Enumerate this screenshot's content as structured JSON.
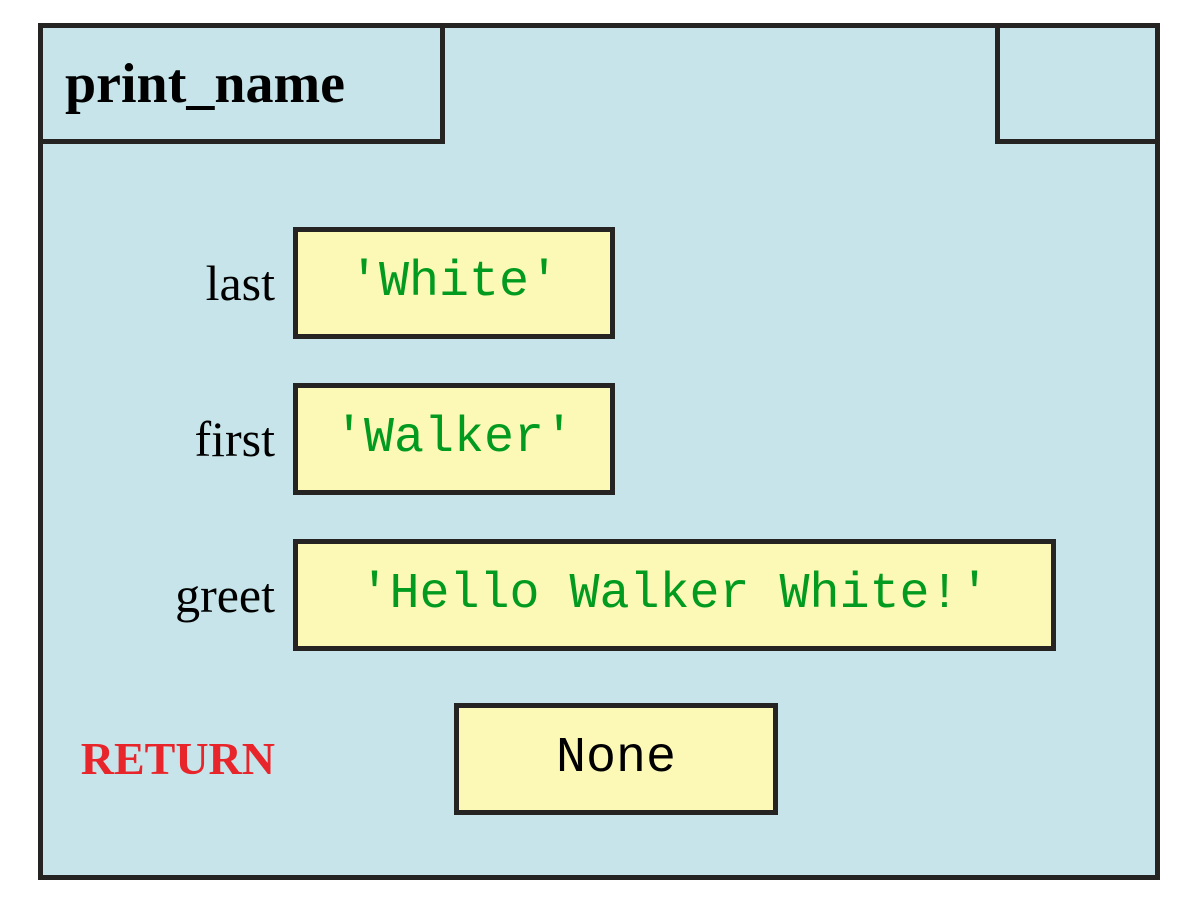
{
  "frame": {
    "function_name": "print_name",
    "frame_tag_label": "",
    "background_color": "#c6e4e9",
    "border_color": "#262323"
  },
  "colors": {
    "frame_background": "#c6e4e9",
    "border": "#262323",
    "value_box_background": "#fcf9b6",
    "string_value_text": "#029a1f",
    "return_label_text": "#e8252a",
    "none_value_text": "#000000",
    "label_text": "#000000"
  },
  "variables": [
    {
      "name": "last",
      "value": "'White'",
      "kind": "string"
    },
    {
      "name": "first",
      "value": "'Walker'",
      "kind": "string"
    },
    {
      "name": "greet",
      "value": "'Hello Walker White!'",
      "kind": "string"
    },
    {
      "name": "RETURN",
      "value": "None",
      "kind": "none"
    }
  ]
}
